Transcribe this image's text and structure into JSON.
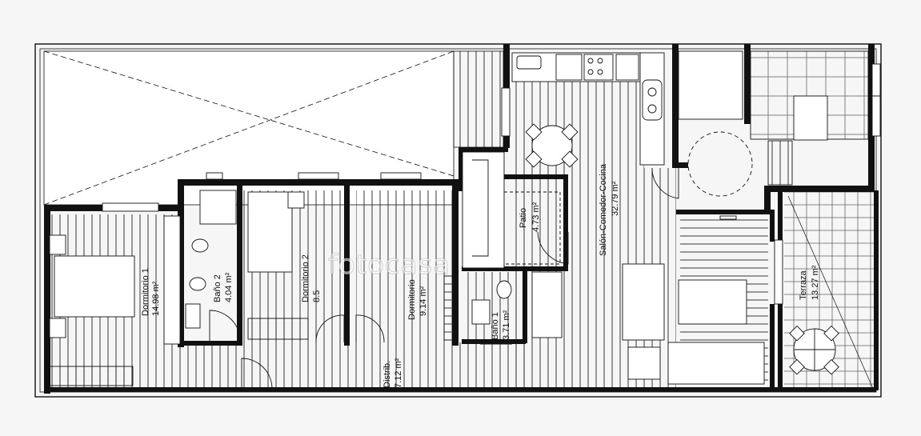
{
  "watermark": "fotocasa",
  "colors": {
    "wall": "#111111",
    "floor_line": "#222222",
    "background": "#f6f6f6",
    "line": "#111111"
  },
  "rooms": [
    {
      "id": "dormitorio1",
      "name": "Dormitorio 1",
      "area": "14.98 m²"
    },
    {
      "id": "bano2",
      "name": "Baño 2",
      "area": "4.04 m²"
    },
    {
      "id": "dormitorio2",
      "name": "Dormitorio 2",
      "area": "8.5"
    },
    {
      "id": "dormitorio3",
      "name": "Dormitorio",
      "area": "9.14 m²"
    },
    {
      "id": "distrib",
      "name": "Distrib.",
      "area": "7.12 m²"
    },
    {
      "id": "bano1",
      "name": "Baño 1",
      "area": "3.71 m²"
    },
    {
      "id": "patio",
      "name": "Patio",
      "area": "4.73 m²"
    },
    {
      "id": "salon",
      "name": "Salón-Comedor-Cocina",
      "area": "32.79 m²"
    },
    {
      "id": "terraza",
      "name": "Terraza",
      "area": "13.27 m²"
    }
  ]
}
